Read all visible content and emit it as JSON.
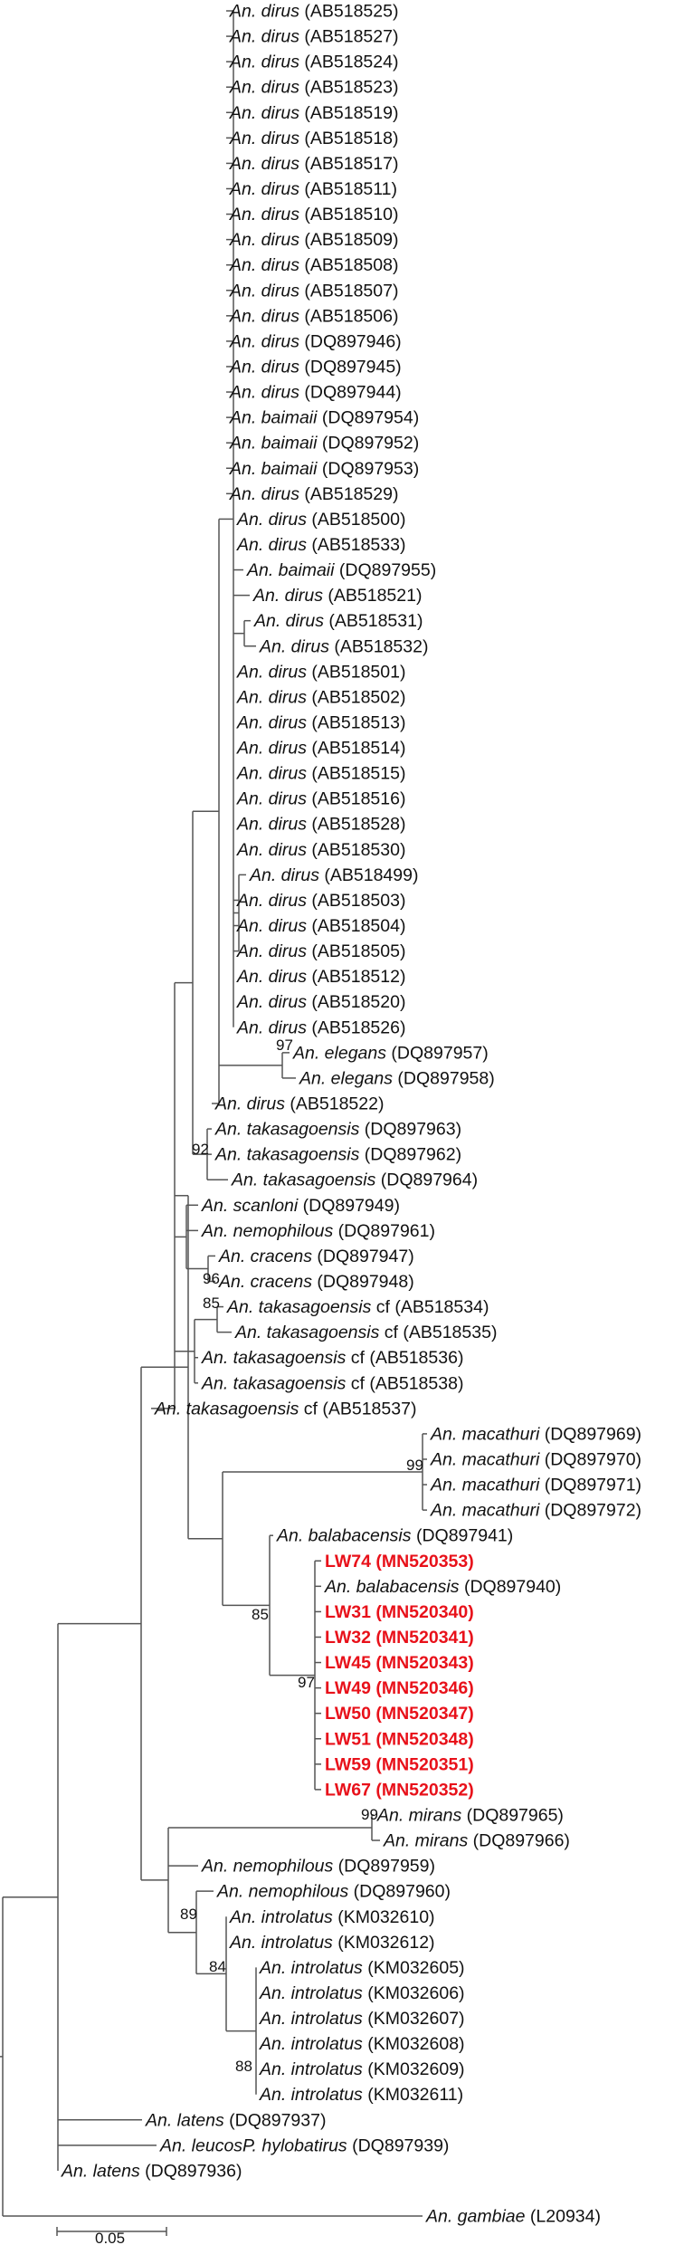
{
  "tree": {
    "scale_bar_label": "0.05",
    "scale_bar_value": 0.05,
    "highlight_color": "#e8111a",
    "leaves": [
      {
        "id": "L1",
        "species": "An. dirus",
        "accession": "(AB518525)"
      },
      {
        "id": "L2",
        "species": "An. dirus",
        "accession": "(AB518527)"
      },
      {
        "id": "L3",
        "species": "An. dirus",
        "accession": "(AB518524)"
      },
      {
        "id": "L4",
        "species": "An. dirus",
        "accession": "(AB518523)"
      },
      {
        "id": "L5",
        "species": "An. dirus",
        "accession": "(AB518519)"
      },
      {
        "id": "L6",
        "species": "An. dirus",
        "accession": "(AB518518)"
      },
      {
        "id": "L7",
        "species": "An. dirus",
        "accession": "(AB518517)"
      },
      {
        "id": "L8",
        "species": "An. dirus",
        "accession": "(AB518511)"
      },
      {
        "id": "L9",
        "species": "An. dirus",
        "accession": "(AB518510)"
      },
      {
        "id": "L10",
        "species": "An. dirus",
        "accession": "(AB518509)"
      },
      {
        "id": "L11",
        "species": "An. dirus",
        "accession": "(AB518508)"
      },
      {
        "id": "L12",
        "species": "An. dirus",
        "accession": "(AB518507)"
      },
      {
        "id": "L13",
        "species": "An. dirus",
        "accession": "(AB518506)"
      },
      {
        "id": "L14",
        "species": "An. dirus",
        "accession": "(DQ897946)"
      },
      {
        "id": "L15",
        "species": "An. dirus",
        "accession": "(DQ897945)"
      },
      {
        "id": "L16",
        "species": "An. dirus",
        "accession": "(DQ897944)"
      },
      {
        "id": "L17",
        "species": "An. baimaii",
        "accession": "(DQ897954)"
      },
      {
        "id": "L18",
        "species": "An. baimaii",
        "accession": "(DQ897952)"
      },
      {
        "id": "L19",
        "species": "An. baimaii",
        "accession": "(DQ897953)"
      },
      {
        "id": "L20",
        "species": "An. dirus",
        "accession": "(AB518529)"
      },
      {
        "id": "L21",
        "species": "An. dirus",
        "accession": "(AB518500)"
      },
      {
        "id": "L22",
        "species": "An. dirus",
        "accession": "(AB518533)"
      },
      {
        "id": "L23",
        "species": "An. baimaii",
        "accession": "(DQ897955)"
      },
      {
        "id": "L24",
        "species": "An. dirus",
        "accession": "(AB518521)"
      },
      {
        "id": "L25",
        "species": "An. dirus",
        "accession": "(AB518531)"
      },
      {
        "id": "L26",
        "species": "An. dirus",
        "accession": "(AB518532)"
      },
      {
        "id": "L27",
        "species": "An. dirus",
        "accession": "(AB518501)"
      },
      {
        "id": "L28",
        "species": "An. dirus",
        "accession": "(AB518502)"
      },
      {
        "id": "L29",
        "species": "An. dirus",
        "accession": "(AB518513)"
      },
      {
        "id": "L30",
        "species": "An. dirus",
        "accession": "(AB518514)"
      },
      {
        "id": "L31",
        "species": "An. dirus",
        "accession": "(AB518515)"
      },
      {
        "id": "L32",
        "species": "An. dirus",
        "accession": "(AB518516)"
      },
      {
        "id": "L33",
        "species": "An. dirus",
        "accession": "(AB518528)"
      },
      {
        "id": "L34",
        "species": "An. dirus",
        "accession": "(AB518530)"
      },
      {
        "id": "L35",
        "species": "An. dirus",
        "accession": "(AB518499)"
      },
      {
        "id": "L36",
        "species": "An. dirus",
        "accession": "(AB518503)"
      },
      {
        "id": "L37",
        "species": "An. dirus",
        "accession": "(AB518504)"
      },
      {
        "id": "L38",
        "species": "An. dirus",
        "accession": "(AB518505)"
      },
      {
        "id": "L39",
        "species": "An. dirus",
        "accession": "(AB518512)"
      },
      {
        "id": "L40",
        "species": "An. dirus",
        "accession": "(AB518520)"
      },
      {
        "id": "L41",
        "species": "An. dirus",
        "accession": "(AB518526)"
      },
      {
        "id": "L42",
        "species": "An. elegans",
        "accession": "(DQ897957)"
      },
      {
        "id": "L43",
        "species": "An. elegans",
        "accession": "(DQ897958)"
      },
      {
        "id": "L44",
        "species": "An. dirus",
        "accession": "(AB518522)"
      },
      {
        "id": "L45",
        "species": "An. takasagoensis",
        "accession": "(DQ897963)"
      },
      {
        "id": "L46",
        "species": "An. takasagoensis",
        "accession": "(DQ897962)"
      },
      {
        "id": "L47",
        "species": "An. takasagoensis",
        "accession": "(DQ897964)"
      },
      {
        "id": "L48",
        "species": "An. scanloni",
        "accession": "(DQ897949)"
      },
      {
        "id": "L49",
        "species": "An. nemophilous",
        "accession": "(DQ897961)"
      },
      {
        "id": "L50",
        "species": "An. cracens",
        "accession": "(DQ897947)"
      },
      {
        "id": "L51",
        "species": "An. cracens",
        "accession": "(DQ897948)"
      },
      {
        "id": "L52",
        "species": "An. takasagoensis",
        "accession": "cf (AB518534)"
      },
      {
        "id": "L53",
        "species": "An. takasagoensis",
        "accession": "cf (AB518535)"
      },
      {
        "id": "L54",
        "species": "An. takasagoensis",
        "accession": "cf (AB518536)"
      },
      {
        "id": "L55",
        "species": "An. takasagoensis",
        "accession": "cf (AB518538)"
      },
      {
        "id": "L56",
        "species": "An. takasagoensis",
        "accession": "cf (AB518537)"
      },
      {
        "id": "L57",
        "species": "An. macathuri",
        "accession": "(DQ897969)"
      },
      {
        "id": "L58",
        "species": "An. macathuri",
        "accession": "(DQ897970)"
      },
      {
        "id": "L59",
        "species": "An. macathuri",
        "accession": "(DQ897971)"
      },
      {
        "id": "L60",
        "species": "An. macathuri",
        "accession": "(DQ897972)"
      },
      {
        "id": "L61",
        "species": "An. balabacensis",
        "accession": "(DQ897941)"
      },
      {
        "id": "L62",
        "species": "",
        "accession": "LW74 (MN520353)",
        "highlight": true
      },
      {
        "id": "L63",
        "species": "An. balabacensis",
        "accession": "(DQ897940)"
      },
      {
        "id": "L64",
        "species": "",
        "accession": "LW31 (MN520340)",
        "highlight": true
      },
      {
        "id": "L65",
        "species": "",
        "accession": "LW32 (MN520341)",
        "highlight": true
      },
      {
        "id": "L66",
        "species": "",
        "accession": "LW45 (MN520343)",
        "highlight": true
      },
      {
        "id": "L67",
        "species": "",
        "accession": "LW49 (MN520346)",
        "highlight": true
      },
      {
        "id": "L68",
        "species": "",
        "accession": "LW50 (MN520347)",
        "highlight": true
      },
      {
        "id": "L69",
        "species": "",
        "accession": "LW51 (MN520348)",
        "highlight": true
      },
      {
        "id": "L70",
        "species": "",
        "accession": "LW59 (MN520351)",
        "highlight": true
      },
      {
        "id": "L71",
        "species": "",
        "accession": "LW67 (MN520352)",
        "highlight": true
      },
      {
        "id": "L72",
        "species": "An. mirans",
        "accession": "(DQ897965)"
      },
      {
        "id": "L73",
        "species": "An. mirans",
        "accession": "(DQ897966)"
      },
      {
        "id": "L74",
        "species": "An. nemophilous",
        "accession": "(DQ897959)"
      },
      {
        "id": "L75",
        "species": "An. nemophilous",
        "accession": "(DQ897960)"
      },
      {
        "id": "L76",
        "species": "An. introlatus",
        "accession": "(KM032610)"
      },
      {
        "id": "L77",
        "species": "An. introlatus",
        "accession": "(KM032612)"
      },
      {
        "id": "L78",
        "species": "An. introlatus",
        "accession": "(KM032605)"
      },
      {
        "id": "L79",
        "species": "An. introlatus",
        "accession": "(KM032606)"
      },
      {
        "id": "L80",
        "species": "An. introlatus",
        "accession": "(KM032607)"
      },
      {
        "id": "L81",
        "species": "An. introlatus",
        "accession": "(KM032608)"
      },
      {
        "id": "L82",
        "species": "An. introlatus",
        "accession": "(KM032609)"
      },
      {
        "id": "L83",
        "species": "An. introlatus",
        "accession": "(KM032611)"
      },
      {
        "id": "L84",
        "species": "An. latens",
        "accession": "(DQ897937)"
      },
      {
        "id": "L85",
        "species": "An. leucosP. hylobatirus",
        "accession": "(DQ897939)"
      },
      {
        "id": "L86",
        "species": "An. latens",
        "accession": "(DQ897936)"
      },
      {
        "id": "L87",
        "species": "An. gambiae",
        "accession": "(L20934)"
      }
    ],
    "clades": [
      {
        "id": "c_main",
        "bootstrap": ""
      },
      {
        "id": "c_531",
        "bootstrap": ""
      },
      {
        "id": "c_499",
        "bootstrap": ""
      },
      {
        "id": "c_elegans",
        "bootstrap": "97"
      },
      {
        "id": "c_dirus_all",
        "bootstrap": ""
      },
      {
        "id": "c_taka",
        "bootstrap": "92"
      },
      {
        "id": "c_dirus_taka",
        "bootstrap": ""
      },
      {
        "id": "c_cracens",
        "bootstrap": "96"
      },
      {
        "id": "c_scan_grp",
        "bootstrap": ""
      },
      {
        "id": "c_534",
        "bootstrap": "85"
      },
      {
        "id": "c_cf",
        "bootstrap": ""
      },
      {
        "id": "c_upper",
        "bootstrap": ""
      },
      {
        "id": "c_mac",
        "bootstrap": "99"
      },
      {
        "id": "c_lw",
        "bootstrap": "97"
      },
      {
        "id": "c_bala",
        "bootstrap": "85"
      },
      {
        "id": "c_mac_bala",
        "bootstrap": ""
      },
      {
        "id": "c_leucos",
        "bootstrap": ""
      },
      {
        "id": "c_mirans",
        "bootstrap": "99"
      },
      {
        "id": "c_intro_lower",
        "bootstrap": "88"
      },
      {
        "id": "c_intro_all",
        "bootstrap": "84"
      },
      {
        "id": "c_nemo_intro",
        "bootstrap": "89"
      },
      {
        "id": "c_lower",
        "bootstrap": ""
      },
      {
        "id": "c_lat_grp",
        "bootstrap": ""
      },
      {
        "id": "c_ingroup",
        "bootstrap": ""
      },
      {
        "id": "c_root",
        "bootstrap": ""
      }
    ]
  }
}
